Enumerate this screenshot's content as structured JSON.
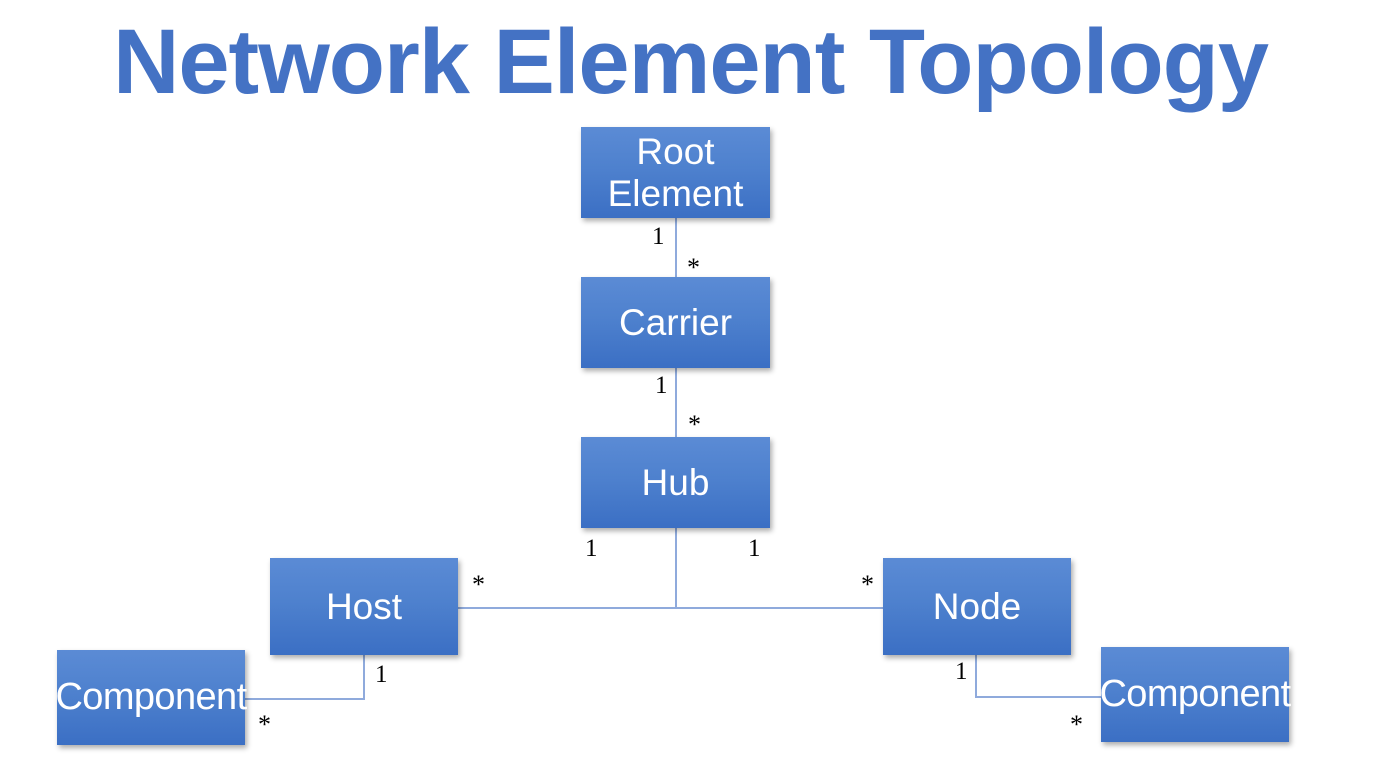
{
  "page": {
    "title": "Network Element Topology",
    "background_color": "#FFFFFF",
    "title_color": "#4472C4",
    "box_fill_top": "#5B8BD5",
    "box_fill_bottom": "#3B6FC4",
    "box_text_color": "#FFFFFF",
    "connector_color": "#8FAADC"
  },
  "diagram": {
    "type": "class-hierarchy",
    "nodes": [
      {
        "id": "root_element",
        "label": "Root\nElement"
      },
      {
        "id": "carrier",
        "label": "Carrier"
      },
      {
        "id": "hub",
        "label": "Hub"
      },
      {
        "id": "host",
        "label": "Host"
      },
      {
        "id": "node",
        "label": "Node"
      },
      {
        "id": "component_left",
        "label": "Component"
      },
      {
        "id": "component_right",
        "label": "Component"
      }
    ],
    "edges": [
      {
        "from": "root_element",
        "to": "carrier",
        "from_mult": "1",
        "to_mult": "*"
      },
      {
        "from": "carrier",
        "to": "hub",
        "from_mult": "1",
        "to_mult": "*"
      },
      {
        "from": "hub",
        "to": "host",
        "from_mult": "1",
        "to_mult": "*"
      },
      {
        "from": "hub",
        "to": "node",
        "from_mult": "1",
        "to_mult": "*"
      },
      {
        "from": "host",
        "to": "component_left",
        "from_mult": "1",
        "to_mult": "*"
      },
      {
        "from": "node",
        "to": "component_right",
        "from_mult": "1",
        "to_mult": "*"
      }
    ],
    "multiplicity_labels": {
      "root_to_carrier_one": "1",
      "root_to_carrier_many": "*",
      "carrier_to_hub_one": "1",
      "carrier_to_hub_many": "*",
      "hub_to_host_one": "1",
      "hub_to_node_one": "1",
      "host_many": "*",
      "node_many": "*",
      "host_to_component_one": "1",
      "component_left_many": "*",
      "node_to_component_one": "1",
      "component_right_many": "*"
    }
  }
}
